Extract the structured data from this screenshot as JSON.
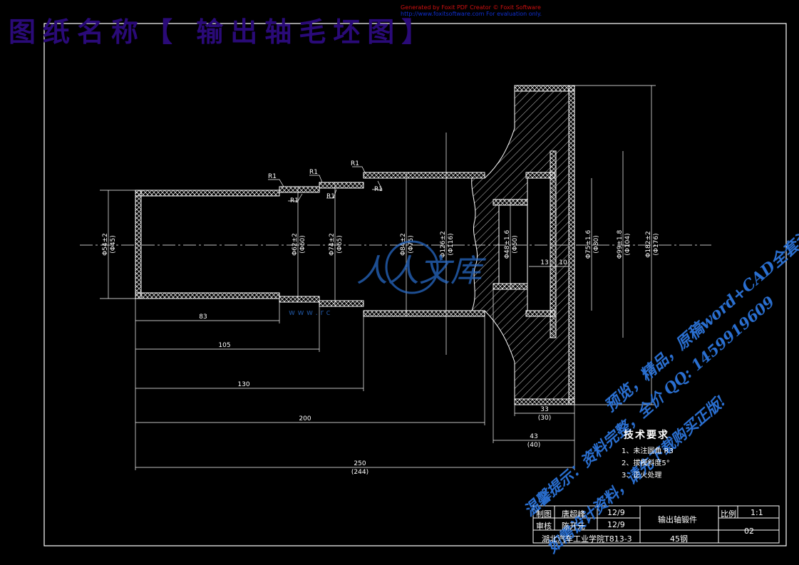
{
  "title": "图纸名称【 输出轴毛坯图】",
  "foxit": {
    "line1": "Generated by Foxit PDF Creator © Foxit Software",
    "line2": "http://www.foxitsoftware.com   For evaluation only."
  },
  "watermark_logo": {
    "text": "人人文库",
    "url": "w w w . r c"
  },
  "watermarks": [
    "预览，精品，原稿word+CAD全套资料!",
    "温馨提示：资料完整，全价 QQ: 1459919609",
    "如需设计资料，请先下载购买正版!"
  ],
  "dimensions": {
    "radius": "R1",
    "diameters": [
      {
        "main": "Φ54±2",
        "sub": "(Φ45)"
      },
      {
        "main": "Φ62±2",
        "sub": "(Φ60)"
      },
      {
        "main": "Φ74±2",
        "sub": "(Φ65)"
      },
      {
        "main": "Φ84±2",
        "sub": "(Φ75)"
      },
      {
        "main": "Φ126±2",
        "sub": "(Φ116)"
      },
      {
        "main": "Φ48±1.6",
        "sub": "(Φ50)"
      },
      {
        "main": "Φ75±1.6",
        "sub": "(Φ80)"
      },
      {
        "main": "Φ99±1.8",
        "sub": "(Φ104)"
      },
      {
        "main": "Φ182±2",
        "sub": "(Φ176)"
      }
    ],
    "lengths": [
      "83",
      "105",
      "130",
      "200",
      "250",
      "(244)",
      "33",
      "(30)",
      "43",
      "(40)",
      "13",
      "10"
    ]
  },
  "tech_requirements": {
    "heading": "技术要求",
    "items": [
      "1、未注圆角 R3",
      "2、拔模斜度5°",
      "3、正火处理"
    ]
  },
  "title_block": {
    "drawn_label": "制图",
    "drawn_name": "唐超峰",
    "drawn_date": "12/9",
    "check_label": "审核",
    "check_name": "陈开元",
    "check_date": "12/9",
    "part_name": "输出轴锻件",
    "scale_label": "比例",
    "scale_value": "1:1",
    "drawing_no": "02",
    "school": "湖北汽车工业学院T813-3",
    "material": "45钢"
  }
}
